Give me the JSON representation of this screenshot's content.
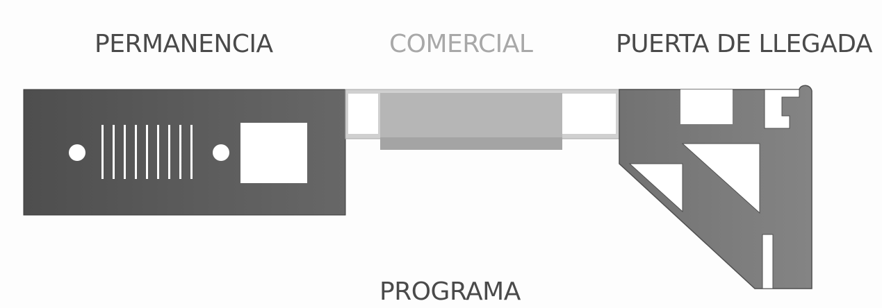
{
  "labels": {
    "permanencia": "PERMANENCIA",
    "comercial": "COMERCIAL",
    "puerta_de_llegada": "PUERTA DE LLEGADA",
    "programa": "PROGRAMA"
  },
  "colors": {
    "permanencia_text": "#4a4a4a",
    "comercial_text": "#a8a8a8",
    "puerta_text": "#4a4a4a",
    "programa_text": "#4a4a4a",
    "permanencia_fill": "#585858",
    "comercial_fill": "#b4b4b4",
    "comercial_frame": "#d2d2d2",
    "puerta_fill": "#7c7c7c",
    "void_fill": "#ffffff"
  }
}
